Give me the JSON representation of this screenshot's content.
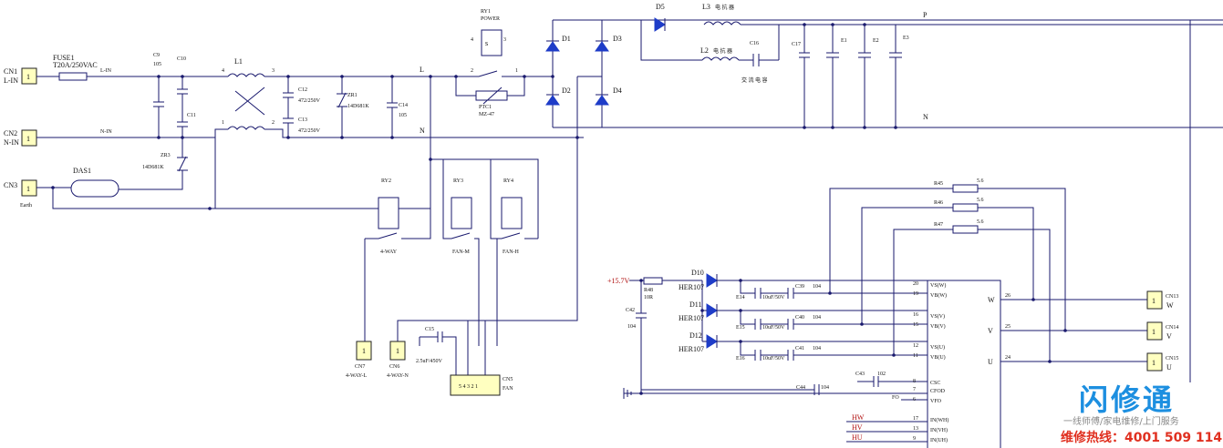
{
  "connectors": {
    "cn1": {
      "ref": "CN1",
      "net": "L-IN",
      "pin": "1"
    },
    "cn2": {
      "ref": "CN2",
      "net": "N-IN",
      "pin": "1"
    },
    "cn3": {
      "ref": "CN3",
      "net": "Earth",
      "pin": "1"
    },
    "cn7": {
      "ref": "CN7",
      "net": "4-WAY-L"
    },
    "cn6": {
      "ref": "CN6",
      "net": "4-WAY-N"
    },
    "cn5": {
      "ref": "CN5",
      "net": "FAN",
      "pins": "5 4 3 2 1"
    },
    "cn13": {
      "ref": "CN13",
      "net": "W",
      "pin": "1"
    },
    "cn14": {
      "ref": "CN14",
      "net": "V",
      "pin": "1"
    },
    "cn15": {
      "ref": "CN15",
      "net": "U",
      "pin": "1"
    }
  },
  "labels": {
    "fuse": "FUSE1",
    "fuse_val": "T20A/250VAC",
    "l_in": "L-IN",
    "n_in": "N-IN",
    "net_l": "L",
    "net_n": "N",
    "net_p": "P",
    "net_n2": "N",
    "c9": "C9",
    "c9_val": "105",
    "c10": "C10",
    "c11": "C11",
    "zr3": "ZR3",
    "zr3_val": "14D681K",
    "das1": "DAS1",
    "l1": "L1",
    "l1_p4": "4",
    "l1_p3": "3",
    "l1_p1": "1",
    "l1_p2": "2",
    "c12": "C12",
    "c12_val": "472/250V",
    "c13": "C13",
    "c13_val": "472/250V",
    "zr1": "ZR1",
    "zr1_val": "14D681K",
    "c14": "C14",
    "c14_val": "105",
    "ry1": "RY1",
    "ry1_name": "POWER",
    "ry1_p4": "4",
    "ry1_p3": "3",
    "ry1_p2": "2",
    "ry1_p1": "1",
    "ptc1": "PTC1",
    "ptc1_val": "MZ-47",
    "d1": "D1",
    "d2": "D2",
    "d3": "D3",
    "d4": "D4",
    "d5": "D5",
    "l3": "L3",
    "l3_cn": "电 抗 器",
    "l2": "L2",
    "l2_cn": "电 抗 器",
    "c16": "C16",
    "c16_cn": "交 流 电 容",
    "c17": "C17",
    "e1": "E1",
    "e2": "E2",
    "e3": "E3",
    "ry2": "RY2",
    "ry3": "RY3",
    "ry4": "RY4",
    "sw_4way": "4-WAY",
    "sw_fanm": "FAN-M",
    "sw_fanh": "FAN-H",
    "c15": "C15",
    "c15_val": "2.5uF/450V",
    "v15": "+15.7V",
    "r48": "R48",
    "r48_val": "10R",
    "d10": "D10",
    "d11": "D11",
    "d12": "D12",
    "her": "HER107",
    "e14": "E14",
    "e15": "E15",
    "e16": "E16",
    "e_val": "10uF/50V",
    "c39": "C39",
    "c40": "C40",
    "c41": "C41",
    "c_104": "104",
    "c42": "C42",
    "c42_val": "104",
    "c43": "C43",
    "c43_val": "102",
    "c44": "C44",
    "c44_val": "104",
    "r45": "R45",
    "r46": "R46",
    "r47": "R47",
    "r_val": "5.6",
    "fo": "FO",
    "hw": "HW",
    "hv": "HV",
    "hu": "HU"
  },
  "ic_pins": {
    "left": [
      {
        "num": "20",
        "name": "VS(W)"
      },
      {
        "num": "19",
        "name": "VB(W)"
      },
      {
        "num": "16",
        "name": "VS(V)"
      },
      {
        "num": "15",
        "name": "VB(V)"
      },
      {
        "num": "12",
        "name": "VS(U)"
      },
      {
        "num": "11",
        "name": "VB(U)"
      },
      {
        "num": "8",
        "name": "CSC"
      },
      {
        "num": "7",
        "name": "CFOD"
      },
      {
        "num": "6",
        "name": "VFO"
      },
      {
        "num": "17",
        "name": "IN(WH)"
      },
      {
        "num": "13",
        "name": "IN(VH)"
      },
      {
        "num": "9",
        "name": "IN(UH)"
      }
    ],
    "right": [
      {
        "num": "26",
        "name": "W"
      },
      {
        "num": "25",
        "name": "V"
      },
      {
        "num": "24",
        "name": "U"
      }
    ]
  },
  "watermark": {
    "brand": "闪修通",
    "slogan": "一线师傅/家电维修/上门服务",
    "hotline": "维修热线：4001 509 114"
  }
}
